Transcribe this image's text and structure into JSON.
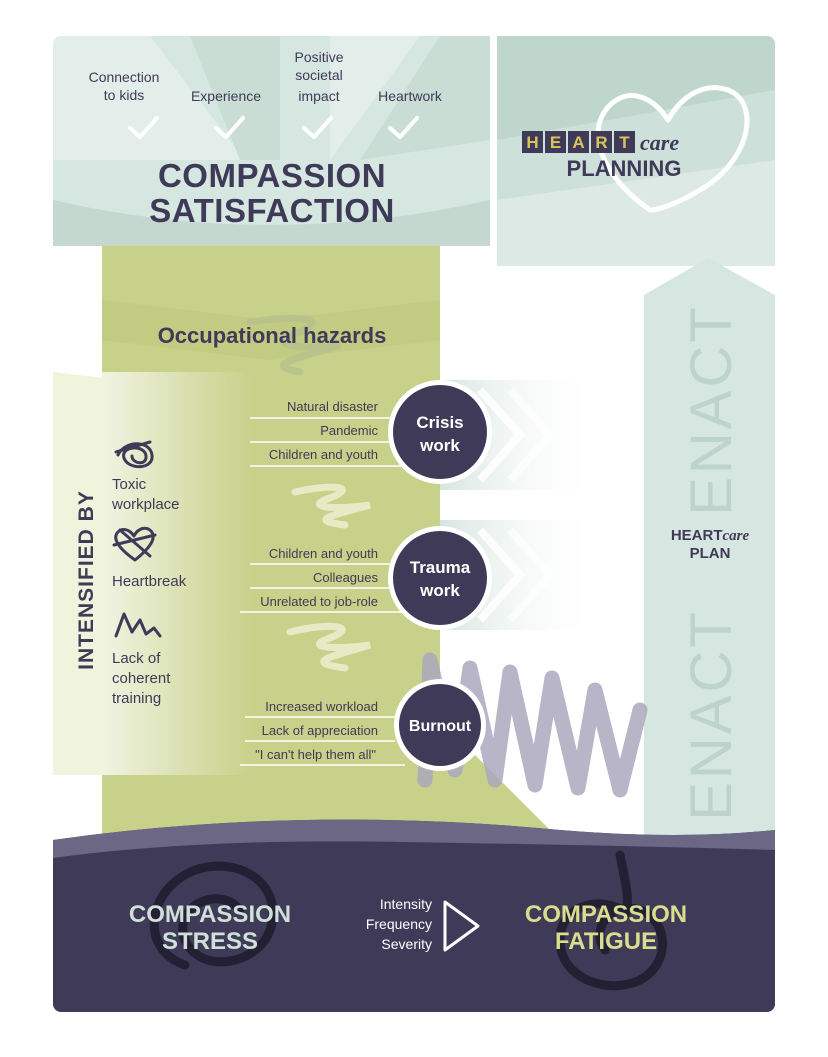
{
  "satisfaction": {
    "items": [
      {
        "lines": [
          "Connection",
          "to kids"
        ]
      },
      {
        "lines": [
          "Experience"
        ]
      },
      {
        "lines": [
          "Positive",
          "societal",
          "impact"
        ]
      },
      {
        "lines": [
          "Heartwork"
        ]
      }
    ],
    "title_lines": [
      "COMPASSION",
      "SATISFACTION"
    ]
  },
  "planning": {
    "brand_letters": [
      "H",
      "E",
      "A",
      "R",
      "T"
    ],
    "brand_care": "care",
    "subtitle": "PLANNING"
  },
  "hazards": {
    "title": "Occupational hazards",
    "groups": [
      {
        "label_lines": [
          "Crisis",
          "work"
        ],
        "items": [
          "Natural disaster",
          "Pandemic",
          "Children and youth"
        ]
      },
      {
        "label_lines": [
          "Trauma",
          "work"
        ],
        "items": [
          "Children and youth",
          "Colleagues",
          "Unrelated to job-role"
        ]
      },
      {
        "label_lines": [
          "Burnout"
        ],
        "items": [
          "Increased workload",
          "Lack of appreciation",
          "\"I can't help them all\""
        ]
      }
    ]
  },
  "intensified": {
    "title": "INTENSIFIED BY",
    "factors": [
      {
        "lines": [
          "Toxic",
          "workplace"
        ],
        "icon": "tangle-icon"
      },
      {
        "lines": [
          "Heartbreak"
        ],
        "icon": "broken-heart-icon"
      },
      {
        "lines": [
          "Lack of",
          "coherent",
          "training"
        ],
        "icon": "scribble-icon"
      }
    ]
  },
  "enact": {
    "word": "ENACT",
    "plan_prefix": "HEART",
    "plan_care": "care",
    "plan_suffix": "PLAN"
  },
  "bottom": {
    "stress_lines": [
      "COMPASSION",
      "STRESS"
    ],
    "measures": [
      "Intensity",
      "Frequency",
      "Severity"
    ],
    "fatigue_lines": [
      "COMPASSION",
      "FATIGUE"
    ]
  },
  "colors": {
    "dark": "#3f3a57",
    "mint": "#cfe0d9",
    "lime": "#c7d189",
    "gold": "#c9b34a"
  }
}
